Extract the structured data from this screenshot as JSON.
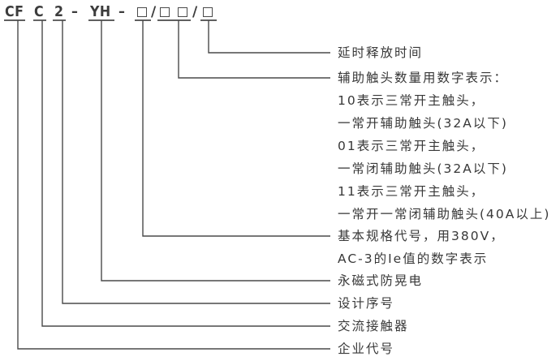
{
  "colors": {
    "line": "#4a4a4a",
    "text": "#383838",
    "code_text": "#3c3c3c",
    "background": "#ffffff"
  },
  "code": {
    "enterprise": "CF",
    "contactor": "C",
    "design": "2",
    "dash1": "–",
    "series": "YH",
    "dash2": "–",
    "slash1": "/",
    "slash2": "/"
  },
  "labels": [
    {
      "text": "延时释放时间"
    },
    {
      "text": "辅助触头数量用数字表示："
    },
    {
      "text": "10表示三常开主触头，"
    },
    {
      "text": "一常开辅助触头(32A以下)"
    },
    {
      "text": "01表示三常开主触头，"
    },
    {
      "text": "一常闭辅助触头(32A以下)"
    },
    {
      "text": "11表示三常开主触头，"
    },
    {
      "text": "一常开一常闭辅助触头(40A以上)"
    },
    {
      "text": "基本规格代号，用380V，"
    },
    {
      "text": "AC-3的Ie值的数字表示"
    },
    {
      "text": "永磁式防晃电"
    },
    {
      "text": "设计序号"
    },
    {
      "text": "交流接触器"
    },
    {
      "text": "企业代号"
    }
  ]
}
